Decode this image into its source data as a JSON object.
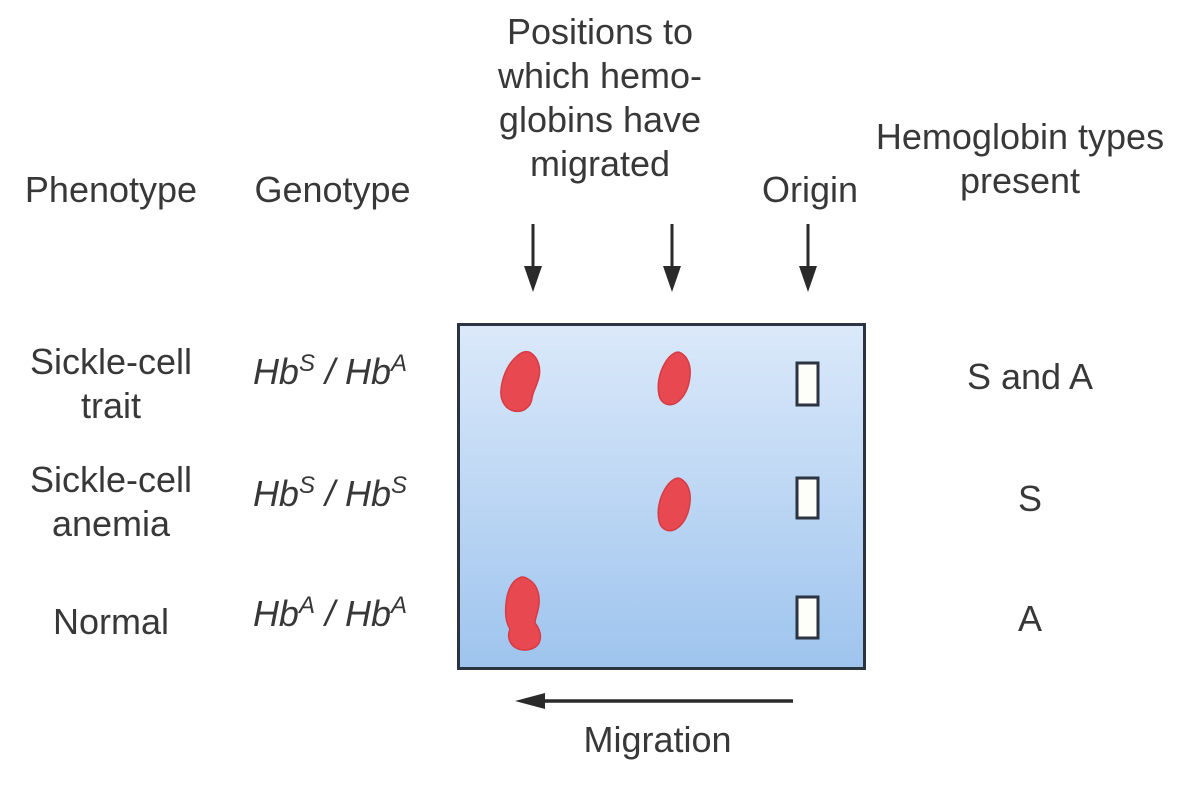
{
  "figure": {
    "type": "gel-electrophoresis-diagram",
    "headers": {
      "phenotype": "Phenotype",
      "genotype": "Genotype",
      "positions_lines": [
        "Positions to",
        "which hemo-",
        "globins have",
        "migrated"
      ],
      "origin": "Origin",
      "hb_types_lines": [
        "Hemoglobin types",
        "present"
      ]
    },
    "rows": [
      {
        "phenotype_lines": [
          "Sickle-cell",
          "trait"
        ],
        "genotype": {
          "base1": "Hb",
          "sup1": "S",
          "sep": " / ",
          "base2": "Hb",
          "sup2": "A"
        },
        "hb_types": "S and A",
        "band_positions": [
          "far",
          "middle"
        ],
        "origin_well": true
      },
      {
        "phenotype_lines": [
          "Sickle-cell",
          "anemia"
        ],
        "genotype": {
          "base1": "Hb",
          "sup1": "S",
          "sep": " / ",
          "base2": "Hb",
          "sup2": "S"
        },
        "hb_types": "S",
        "band_positions": [
          "middle"
        ],
        "origin_well": true
      },
      {
        "phenotype_lines": [
          "Normal",
          ""
        ],
        "genotype": {
          "base1": "Hb",
          "sup1": "A",
          "sep": " / ",
          "base2": "Hb",
          "sup2": "A"
        },
        "hb_types": "A",
        "band_positions": [
          "far"
        ],
        "origin_well": true
      }
    ],
    "migration": {
      "label": "Migration",
      "direction": "left"
    },
    "colors": {
      "band": "#e8484f",
      "band_edge": "#d63c45",
      "gel_top": "#dbe9fa",
      "gel_bottom": "#9ec4ee",
      "gel_border": "#2b3440",
      "well_fill": "#fdfdfa",
      "arrow": "#2a2a2a",
      "text": "#383838"
    }
  }
}
